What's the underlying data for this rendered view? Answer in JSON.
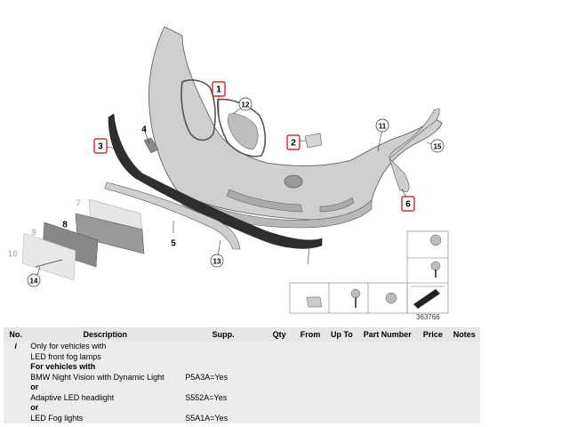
{
  "diagram": {
    "image_number": "363766",
    "callouts": [
      "1",
      "2",
      "3",
      "4",
      "5",
      "6",
      "7",
      "8",
      "9",
      "10",
      "11",
      "12",
      "13",
      "14",
      "15"
    ],
    "highlighted": [
      "1",
      "2",
      "3",
      "6"
    ]
  },
  "table": {
    "headers": [
      "No.",
      "Description",
      "Supp.",
      "Qty",
      "From",
      "Up To",
      "Part Number",
      "Price",
      "Notes"
    ],
    "row": {
      "no": "i",
      "description": [
        "Only for vehicles with",
        "LED front fog lamps",
        "For vehicles with",
        "BMW Night Vision with Dynamic Light",
        "or",
        "Adaptive LED headlight",
        "or",
        "LED Fog lights"
      ],
      "supp": [
        "P5A3A=Yes",
        "S552A=Yes",
        "S5A1A=Yes"
      ]
    }
  }
}
